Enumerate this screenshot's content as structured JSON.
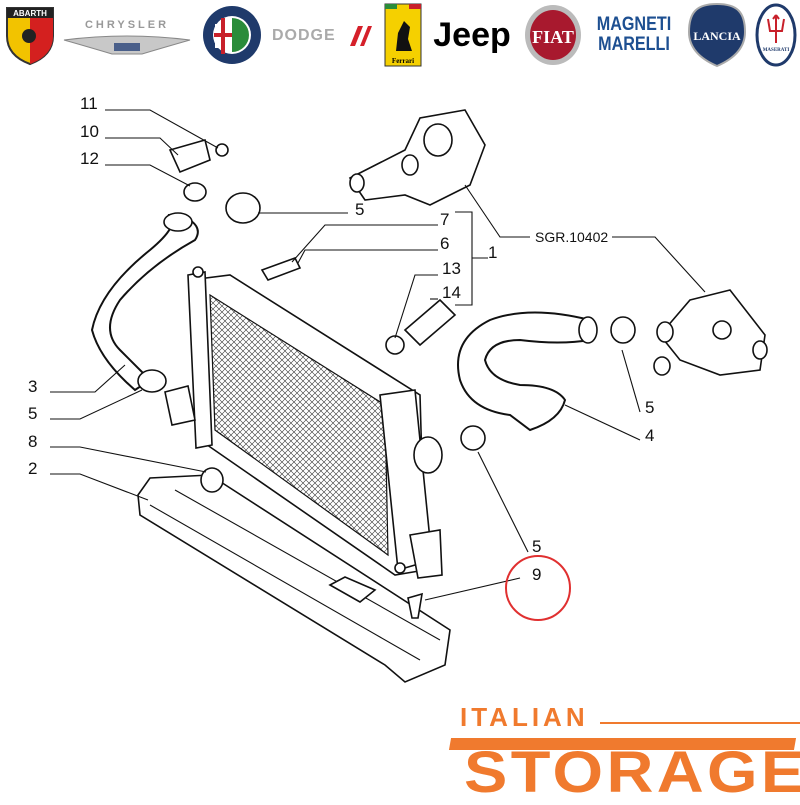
{
  "logos": [
    {
      "name": "ABARTH",
      "color": "#d4201f"
    },
    {
      "name": "CHRYSLER",
      "color": "#9a9a9a"
    },
    {
      "name": "ALFA ROMEO",
      "color": "#1f3a6b"
    },
    {
      "name": "DODGE",
      "color": "#9a9a9a"
    },
    {
      "name": "Ferrari",
      "color": "#f5d000"
    },
    {
      "name": "Jeep",
      "color": "#000000"
    },
    {
      "name": "FIAT",
      "color": "#a8192e"
    },
    {
      "name": "MAGNETI MARELLI",
      "color": "#1d4f91"
    },
    {
      "name": "LANCIA",
      "color": "#1f3a6b"
    },
    {
      "name": "MASERATI",
      "color": "#1f3a6b"
    }
  ],
  "diagram": {
    "reference": "SGR.10402",
    "labels": [
      "11",
      "10",
      "12",
      "5",
      "7",
      "6",
      "13",
      "14",
      "1",
      "3",
      "5",
      "8",
      "2",
      "5",
      "4",
      "5",
      "9"
    ],
    "highlight_color": "#e03030"
  },
  "brand": {
    "small": "ITALIAN",
    "big": "STORAGE",
    "color": "#f07a2e"
  }
}
